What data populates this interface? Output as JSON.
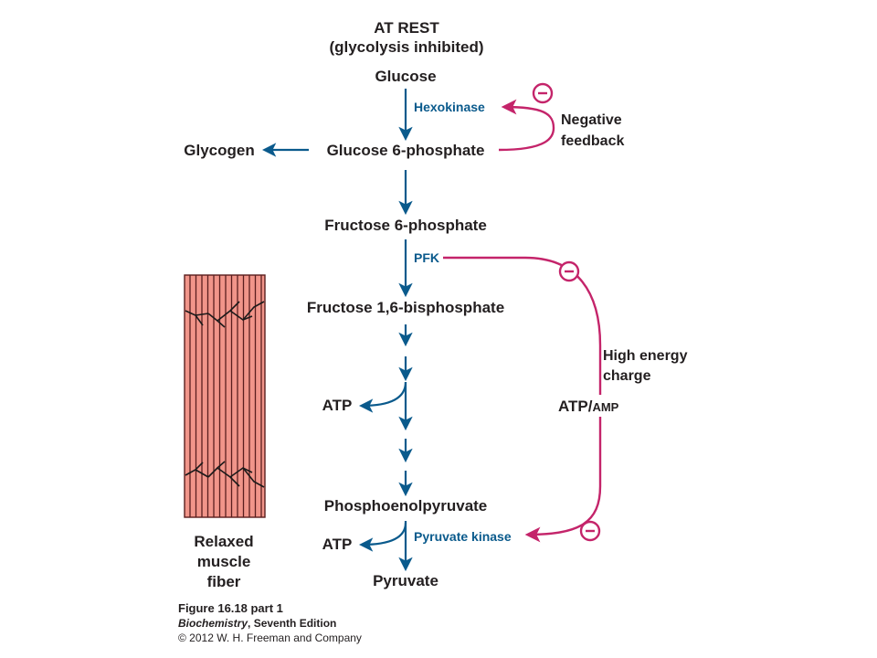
{
  "colors": {
    "pathway_arrow": "#0a5a8c",
    "feedback_arrow": "#c4246a",
    "enzyme_text": "#0a5a8c",
    "muscle_fill": "#f1958a",
    "muscle_line": "#5a1e1e"
  },
  "diagram": {
    "title_line1": "AT REST",
    "title_line2": "(glycolysis inhibited)",
    "metabolites": {
      "glucose": "Glucose",
      "glucose6p": "Glucose 6-phosphate",
      "glycogen": "Glycogen",
      "fructose6p": "Fructose 6-phosphate",
      "fructose16bp": "Fructose 1,6-bisphosphate",
      "atp_mid": "ATP",
      "pep": "Phosphoenolpyruvate",
      "atp_bottom": "ATP",
      "pyruvate": "Pyruvate"
    },
    "enzymes": {
      "hexokinase": "Hexokinase",
      "pfk": "PFK",
      "pyruvate_kinase": "Pyruvate kinase"
    },
    "feedback": {
      "negative_line1": "Negative",
      "negative_line2": "feedback",
      "high_energy_line1": "High energy",
      "high_energy_line2": "charge",
      "atp_label": "ATP/",
      "amp_label": "AMP",
      "minus_symbol": "−"
    },
    "muscle": {
      "label_line1": "Relaxed",
      "label_line2": "muscle",
      "label_line3": "fiber"
    },
    "caption": {
      "figure": "Figure 16.18 part 1",
      "book": "Biochemistry",
      "edition": ", Seventh Edition",
      "copyright": "© 2012 W. H. Freeman and Company"
    }
  }
}
